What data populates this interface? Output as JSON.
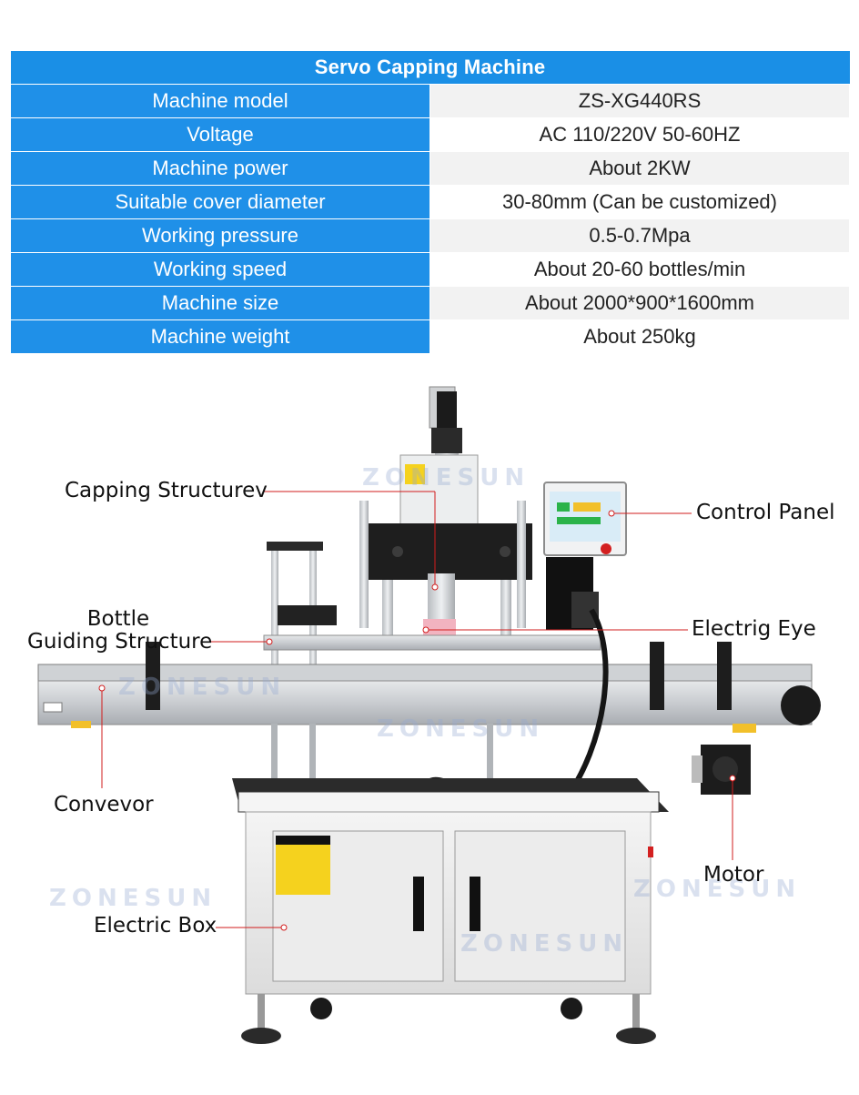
{
  "table": {
    "title": "Servo Capping Machine",
    "rows": [
      {
        "label": "Machine model",
        "value": "ZS-XG440RS"
      },
      {
        "label": "Voltage",
        "value": "AC 110/220V 50-60HZ"
      },
      {
        "label": "Machine power",
        "value": "About 2KW"
      },
      {
        "label": "Suitable cover diameter",
        "value": "30-80mm (Can be customized)"
      },
      {
        "label": "Working pressure",
        "value": "0.5-0.7Mpa"
      },
      {
        "label": "Working speed",
        "value": "About 20-60 bottles/min"
      },
      {
        "label": "Machine size",
        "value": "About 2000*900*1600mm"
      },
      {
        "label": "Machine weight",
        "value": "About 250kg"
      }
    ]
  },
  "callouts": {
    "capping": "Capping Structurev",
    "control_panel": "Control Panel",
    "bottle_line1": "Bottle",
    "bottle_line2": "Guiding Structure",
    "electric_eye": "Electrig Eye",
    "conveyor": "Convevor",
    "motor": "Motor",
    "electric_box": "Electric Box"
  },
  "watermark": "ZONESUN",
  "colors": {
    "table_header": "#1a8fe6",
    "table_key": "#1f90e8",
    "table_val_odd": "#f2f2f2",
    "table_val_even": "#ffffff"
  }
}
